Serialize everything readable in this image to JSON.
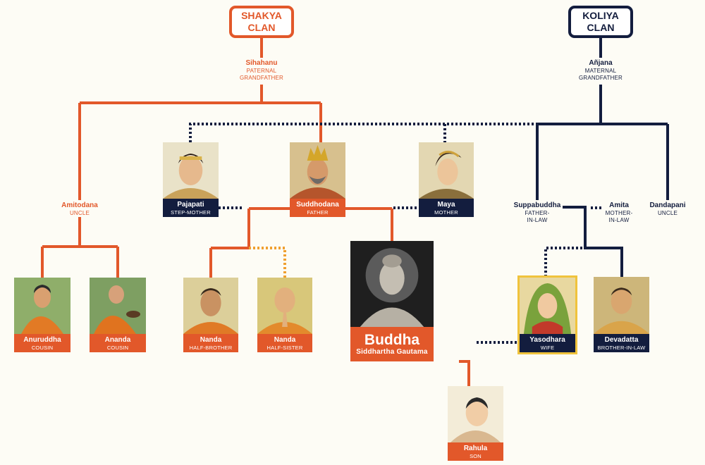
{
  "clans": {
    "shakya": {
      "label": "SHAKYA\nCLAN",
      "color": "#e2582a"
    },
    "koliya": {
      "label": "KOLIYA\nCLAN",
      "color": "#131d3e"
    }
  },
  "ancestors": {
    "sihahanu": {
      "name": "Sihahanu",
      "role": "PATERNAL\nGRANDFATHER"
    },
    "anjana": {
      "name": "Añjana",
      "role": "MATERNAL\nGRANDFATHER"
    }
  },
  "relatives": {
    "amitodana": {
      "name": "Amitodana",
      "role": "UNCLE"
    },
    "suppabuddha": {
      "name": "Suppabuddha",
      "role": "FATHER-\nIN-LAW"
    },
    "amita": {
      "name": "Amita",
      "role": "MOTHER-\nIN-LAW"
    },
    "dandapani": {
      "name": "Dandapani",
      "role": "UNCLE"
    }
  },
  "people": {
    "pajapati": {
      "name": "Pajapati",
      "role": "STEP-MOTHER",
      "icon": "woman-portrait-icon"
    },
    "suddhodana": {
      "name": "Suddhodana",
      "role": "FATHER",
      "icon": "king-portrait-icon"
    },
    "maya": {
      "name": "Maya",
      "role": "MOTHER",
      "icon": "queen-portrait-icon"
    },
    "anuruddha": {
      "name": "Anuruddha",
      "role": "COUSIN",
      "icon": "monk-portrait-icon"
    },
    "ananda": {
      "name": "Ananda",
      "role": "COUSIN",
      "icon": "monk-bowl-portrait-icon"
    },
    "nanda_brother": {
      "name": "Nanda",
      "role": "HALF-BROTHER",
      "icon": "man-portrait-icon"
    },
    "nanda_sister": {
      "name": "Nanda",
      "role": "HALF-SISTER",
      "icon": "praying-portrait-icon"
    },
    "buddha": {
      "name": "Buddha",
      "role": "Siddhartha Gautama",
      "icon": "buddha-statue-icon"
    },
    "yasodhara": {
      "name": "Yasodhara",
      "role": "WIFE",
      "icon": "woman-veil-portrait-icon"
    },
    "devadatta": {
      "name": "Devadatta",
      "role": "BROTHER-IN-LAW",
      "icon": "man-portrait-icon"
    },
    "rahula": {
      "name": "Rahula",
      "role": "SON",
      "icon": "child-portrait-icon"
    }
  },
  "colors": {
    "shakya_line": "#e2582a",
    "koliya_line": "#131d3e",
    "marriage_dotted": "#131d3e",
    "half_sibling_dotted": "#f0a030",
    "background": "#fdfcf5"
  }
}
